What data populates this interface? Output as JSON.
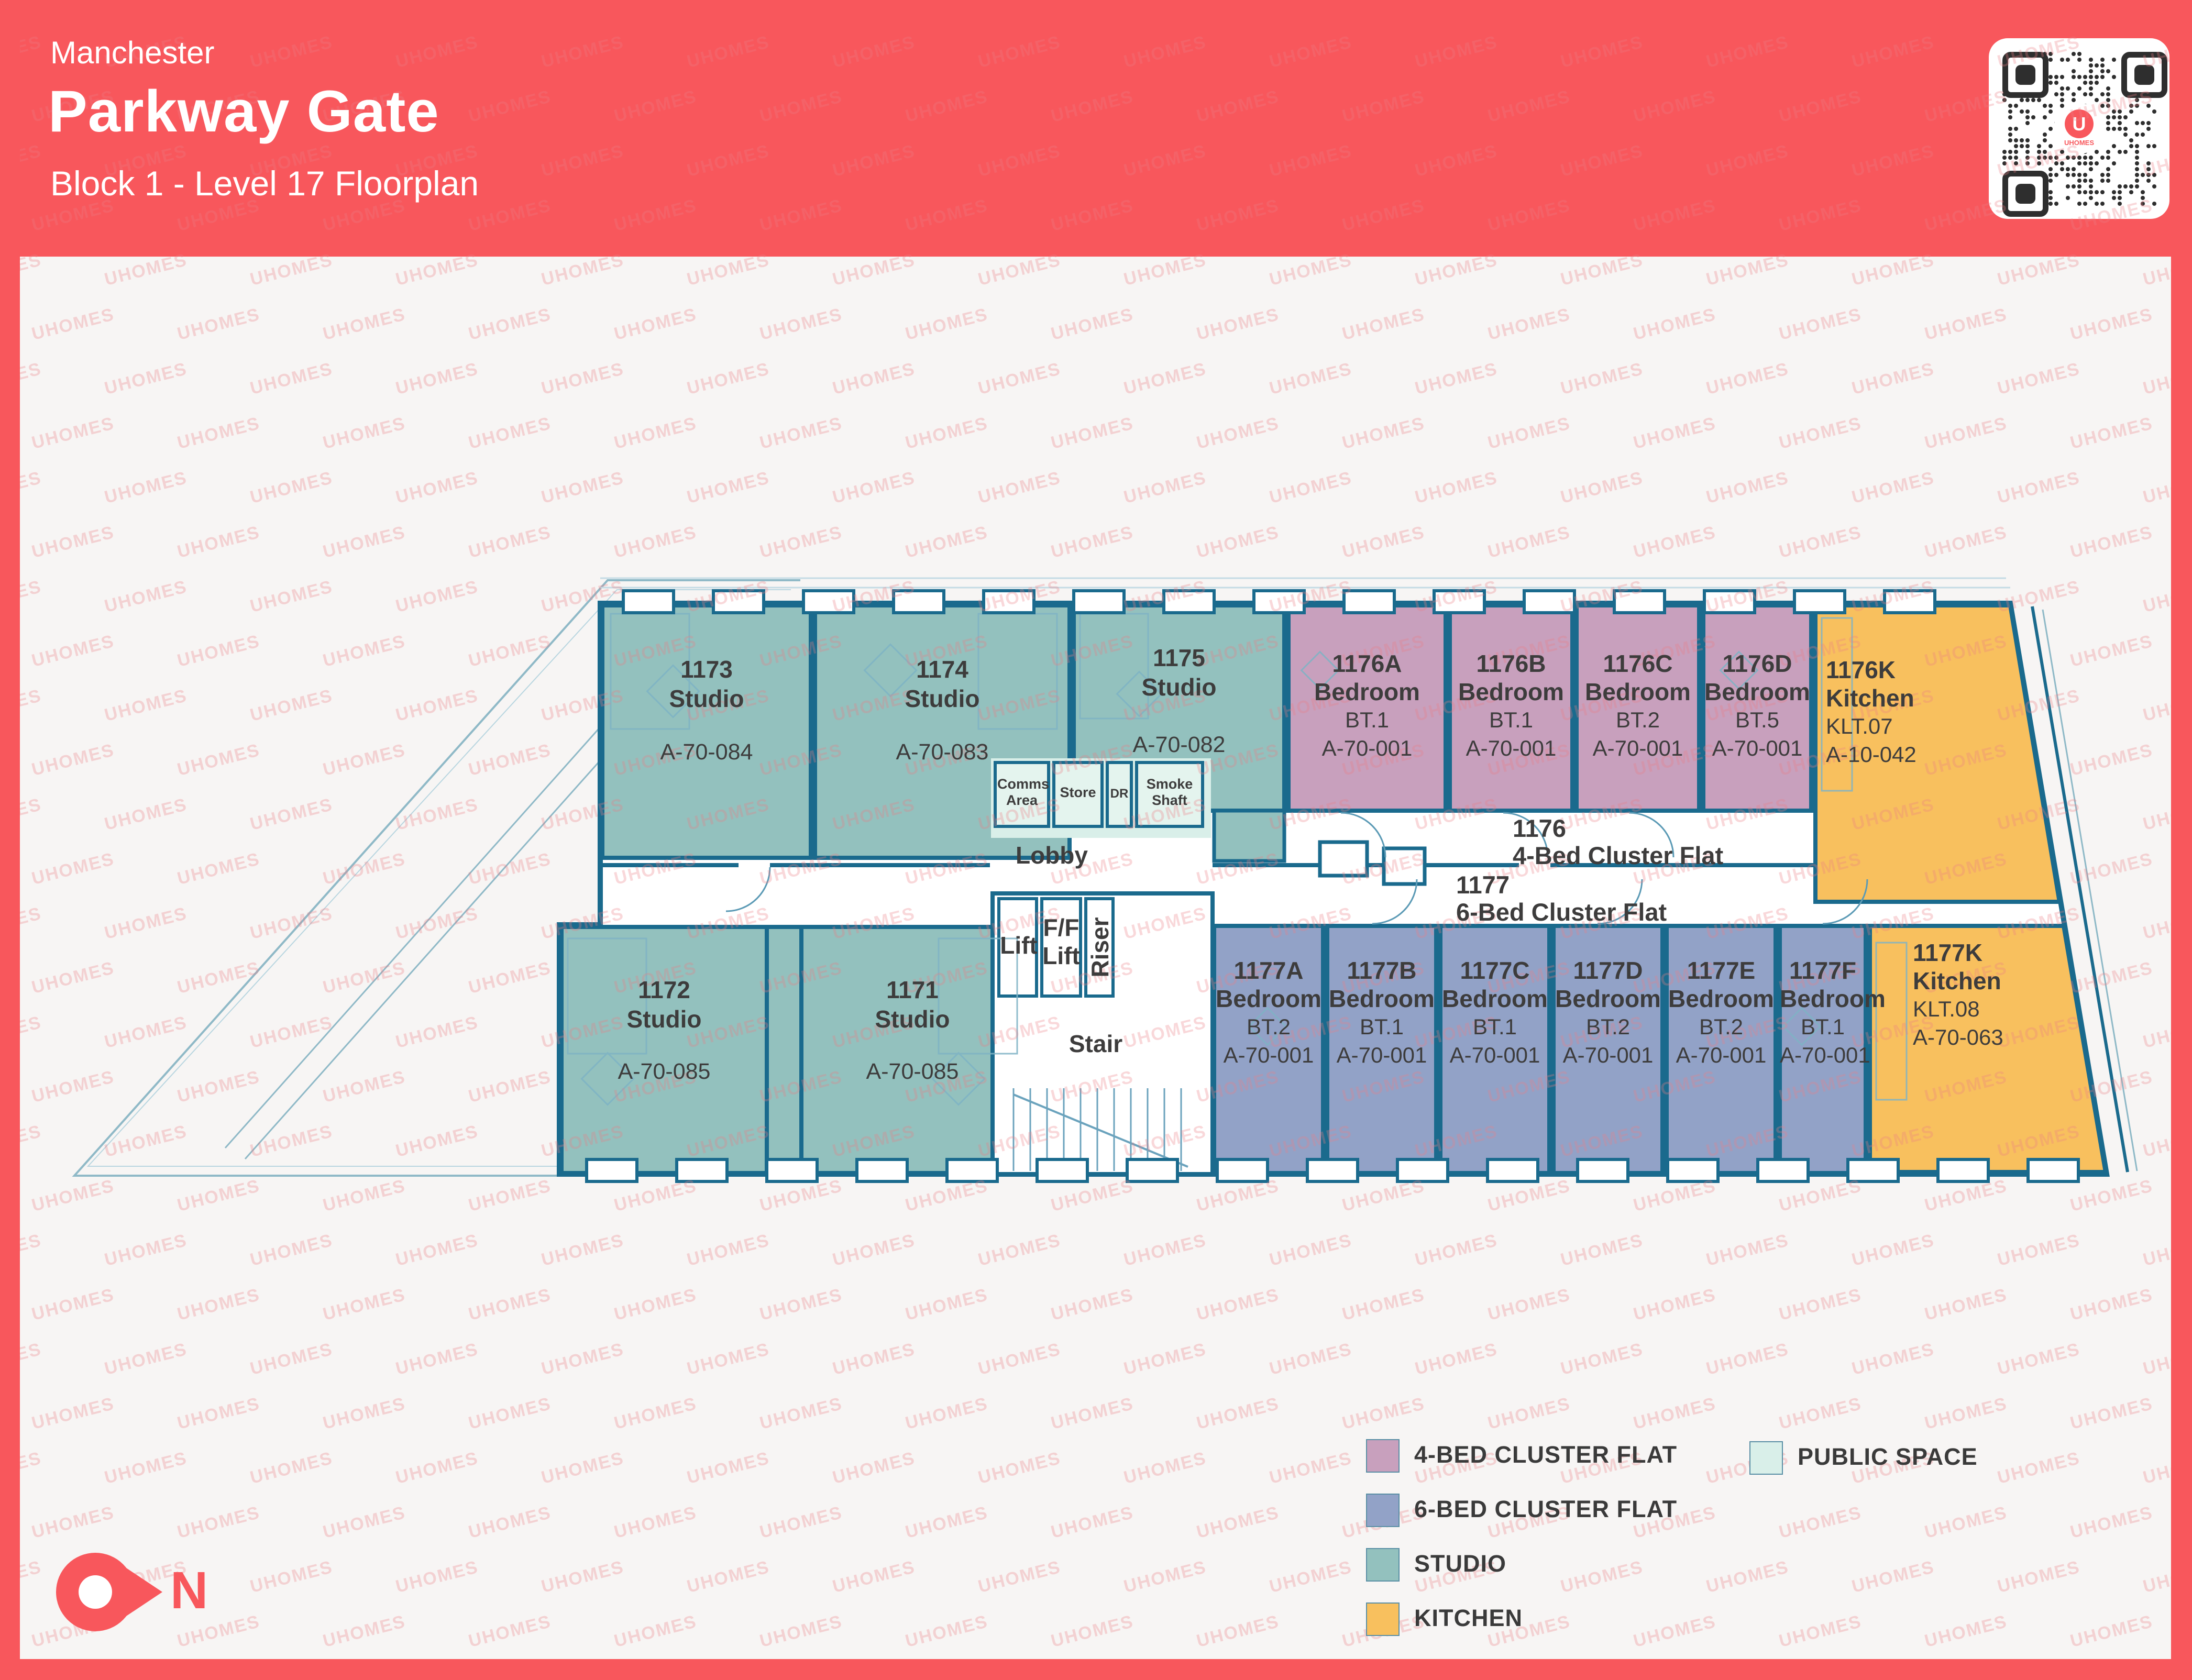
{
  "header": {
    "location": "Manchester",
    "title": "Parkway Gate",
    "subtitle": "Block 1 - Level 17 Floorplan"
  },
  "watermark": {
    "text": "UHOMES"
  },
  "qr": {
    "logo_text": "U",
    "logo_caption": "UHOMES"
  },
  "north": {
    "label": "N"
  },
  "colors": {
    "accent_red": "#f8575c",
    "wall": "#1a6a8d",
    "studio": "#93c1be",
    "four_bed": "#c8a0bd",
    "six_bed": "#92a2c7",
    "kitchen": "#f8c05e",
    "public": "#d9efe9"
  },
  "plan": {
    "studios": [
      {
        "id": "1173",
        "type": "Studio",
        "code": "A-70-084"
      },
      {
        "id": "1174",
        "type": "Studio",
        "code": "A-70-083"
      },
      {
        "id": "1175",
        "type": "Studio",
        "code": "A-70-082"
      },
      {
        "id": "1172",
        "type": "Studio",
        "code": "A-70-085"
      },
      {
        "id": "1171",
        "type": "Studio",
        "code": "A-70-085"
      }
    ],
    "flat_1176": {
      "id": "1176",
      "type": "4-Bed Cluster Flat",
      "bedrooms": [
        {
          "id": "1176A",
          "type": "Bedroom",
          "bt": "BT.1",
          "code": "A-70-001"
        },
        {
          "id": "1176B",
          "type": "Bedroom",
          "bt": "BT.1",
          "code": "A-70-001"
        },
        {
          "id": "1176C",
          "type": "Bedroom",
          "bt": "BT.2",
          "code": "A-70-001"
        },
        {
          "id": "1176D",
          "type": "Bedroom",
          "bt": "BT.5",
          "code": "A-70-001"
        }
      ],
      "kitchen": {
        "id": "1176K",
        "type": "Kitchen",
        "klt": "KLT.07",
        "code": "A-10-042"
      }
    },
    "flat_1177": {
      "id": "1177",
      "type": "6-Bed Cluster Flat",
      "bedrooms": [
        {
          "id": "1177A",
          "type": "Bedroom",
          "bt": "BT.2",
          "code": "A-70-001"
        },
        {
          "id": "1177B",
          "type": "Bedroom",
          "bt": "BT.1",
          "code": "A-70-001"
        },
        {
          "id": "1177C",
          "type": "Bedroom",
          "bt": "BT.1",
          "code": "A-70-001"
        },
        {
          "id": "1177D",
          "type": "Bedroom",
          "bt": "BT.2",
          "code": "A-70-001"
        },
        {
          "id": "1177E",
          "type": "Bedroom",
          "bt": "BT.2",
          "code": "A-70-001"
        },
        {
          "id": "1177F",
          "type": "Bedroom",
          "bt": "BT.1",
          "code": "A-70-001"
        }
      ],
      "kitchen": {
        "id": "1177K",
        "type": "Kitchen",
        "klt": "KLT.08",
        "code": "A-70-063"
      }
    },
    "core": {
      "lobby": "Lobby",
      "lift": "Lift",
      "ff_lift": "F/F Lift",
      "riser": "Riser",
      "stair": "Stair"
    },
    "public_rooms": {
      "comms": "Comms Area",
      "store": "Store",
      "dr": "DR",
      "smoke": "Smoke Shaft"
    }
  },
  "legend": {
    "items": [
      {
        "label": "4-BED CLUSTER FLAT",
        "color": "#c8a0bd"
      },
      {
        "label": "6-BED CLUSTER FLAT",
        "color": "#92a2c7"
      },
      {
        "label": "STUDIO",
        "color": "#93c1be"
      },
      {
        "label": "KITCHEN",
        "color": "#f8c05e"
      },
      {
        "label": "PUBLIC SPACE",
        "color": "#d9efe9"
      }
    ]
  }
}
